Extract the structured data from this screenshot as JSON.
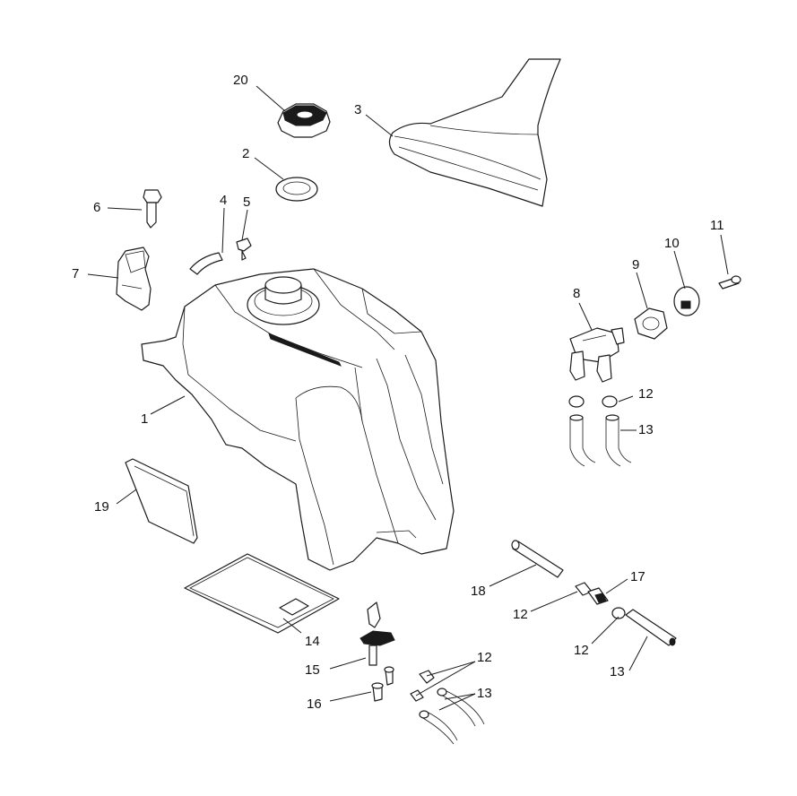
{
  "callouts": {
    "c1": "1",
    "c2": "2",
    "c3": "3",
    "c4": "4",
    "c5": "5",
    "c6": "6",
    "c7": "7",
    "c8": "8",
    "c9": "9",
    "c10": "10",
    "c11": "11",
    "c12a": "12",
    "c12b": "12",
    "c12c": "12",
    "c12d": "12",
    "c13a": "13",
    "c13b": "13",
    "c13c": "13",
    "c14": "14",
    "c15": "15",
    "c16": "16",
    "c17": "17",
    "c18": "18",
    "c19": "19",
    "c20": "20"
  },
  "colors": {
    "line": "#1a1a1a",
    "background": "#ffffff",
    "accent_fill": "#cfcfcf"
  }
}
